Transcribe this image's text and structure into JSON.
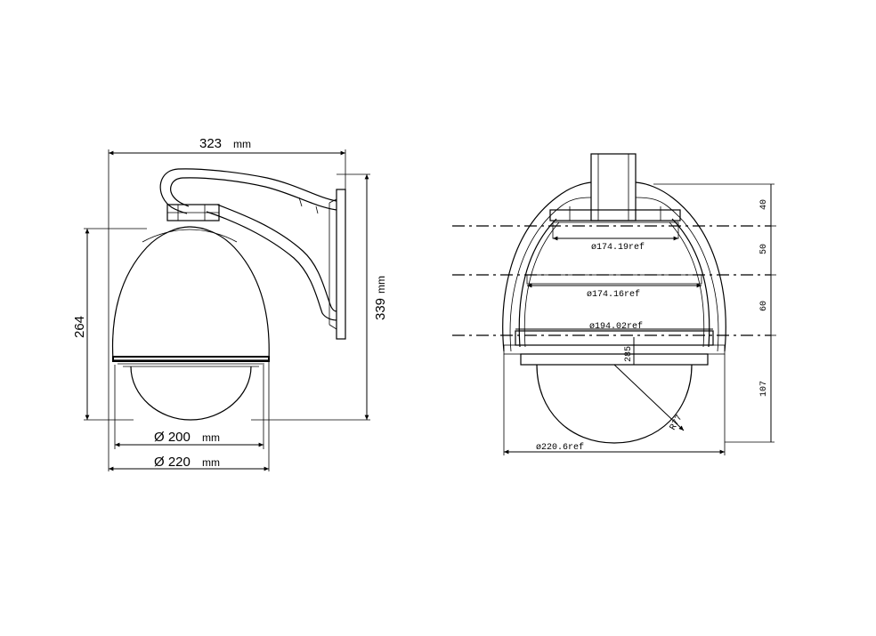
{
  "left_view": {
    "width_value": "323",
    "width_unit": "mm",
    "height_total_value": "339",
    "height_total_unit": "mm",
    "body_height": "264",
    "dome_diameter": "Ø 200",
    "dome_diameter_unit": "mm",
    "housing_diameter": "Ø 220",
    "housing_diameter_unit": "mm"
  },
  "right_view": {
    "ref1": "ø174.19ref",
    "ref2": "ø174.16ref",
    "ref3": "ø194.02ref",
    "ref4": "ø220.6ref",
    "inner_dim": "285",
    "radius": "R77",
    "seg1": "40",
    "seg2": "50",
    "seg3": "60",
    "seg4": "107"
  }
}
